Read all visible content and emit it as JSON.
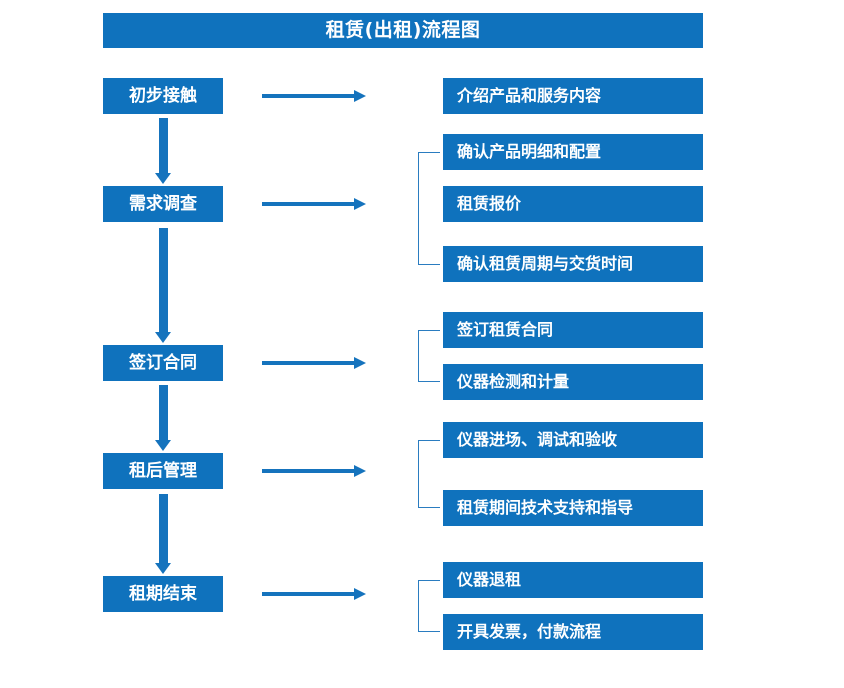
{
  "diagram": {
    "title": "租赁(出租)流程图",
    "colors": {
      "box_blue": "#0f72bd",
      "arrow_blue": "#1573bd",
      "bracket_blue": "#2a7cc0",
      "text_white": "#ffffff",
      "background": "#ffffff"
    },
    "stages": [
      {
        "id": "stage-1",
        "label": "初步接触"
      },
      {
        "id": "stage-2",
        "label": "需求调查"
      },
      {
        "id": "stage-3",
        "label": "签订合同"
      },
      {
        "id": "stage-4",
        "label": "租后管理"
      },
      {
        "id": "stage-5",
        "label": "租期结束"
      }
    ],
    "tasks": [
      {
        "id": "task-1",
        "label": "介绍产品和服务内容",
        "stage": "stage-1"
      },
      {
        "id": "task-2",
        "label": "确认产品明细和配置",
        "stage": "stage-2"
      },
      {
        "id": "task-3",
        "label": "租赁报价",
        "stage": "stage-2"
      },
      {
        "id": "task-4",
        "label": "确认租赁周期与交货时间",
        "stage": "stage-2"
      },
      {
        "id": "task-5",
        "label": "签订租赁合同",
        "stage": "stage-3"
      },
      {
        "id": "task-6",
        "label": "仪器检测和计量",
        "stage": "stage-3"
      },
      {
        "id": "task-7",
        "label": "仪器进场、调试和验收",
        "stage": "stage-4"
      },
      {
        "id": "task-8",
        "label": "租赁期间技术支持和指导",
        "stage": "stage-4"
      },
      {
        "id": "task-9",
        "label": "仪器退租",
        "stage": "stage-5"
      },
      {
        "id": "task-10",
        "label": "开具发票，付款流程",
        "stage": "stage-5"
      }
    ],
    "connectors": {
      "vertical_arrow_count": 4,
      "horizontal_arrow_count": 5,
      "bracket_count": 4
    }
  }
}
